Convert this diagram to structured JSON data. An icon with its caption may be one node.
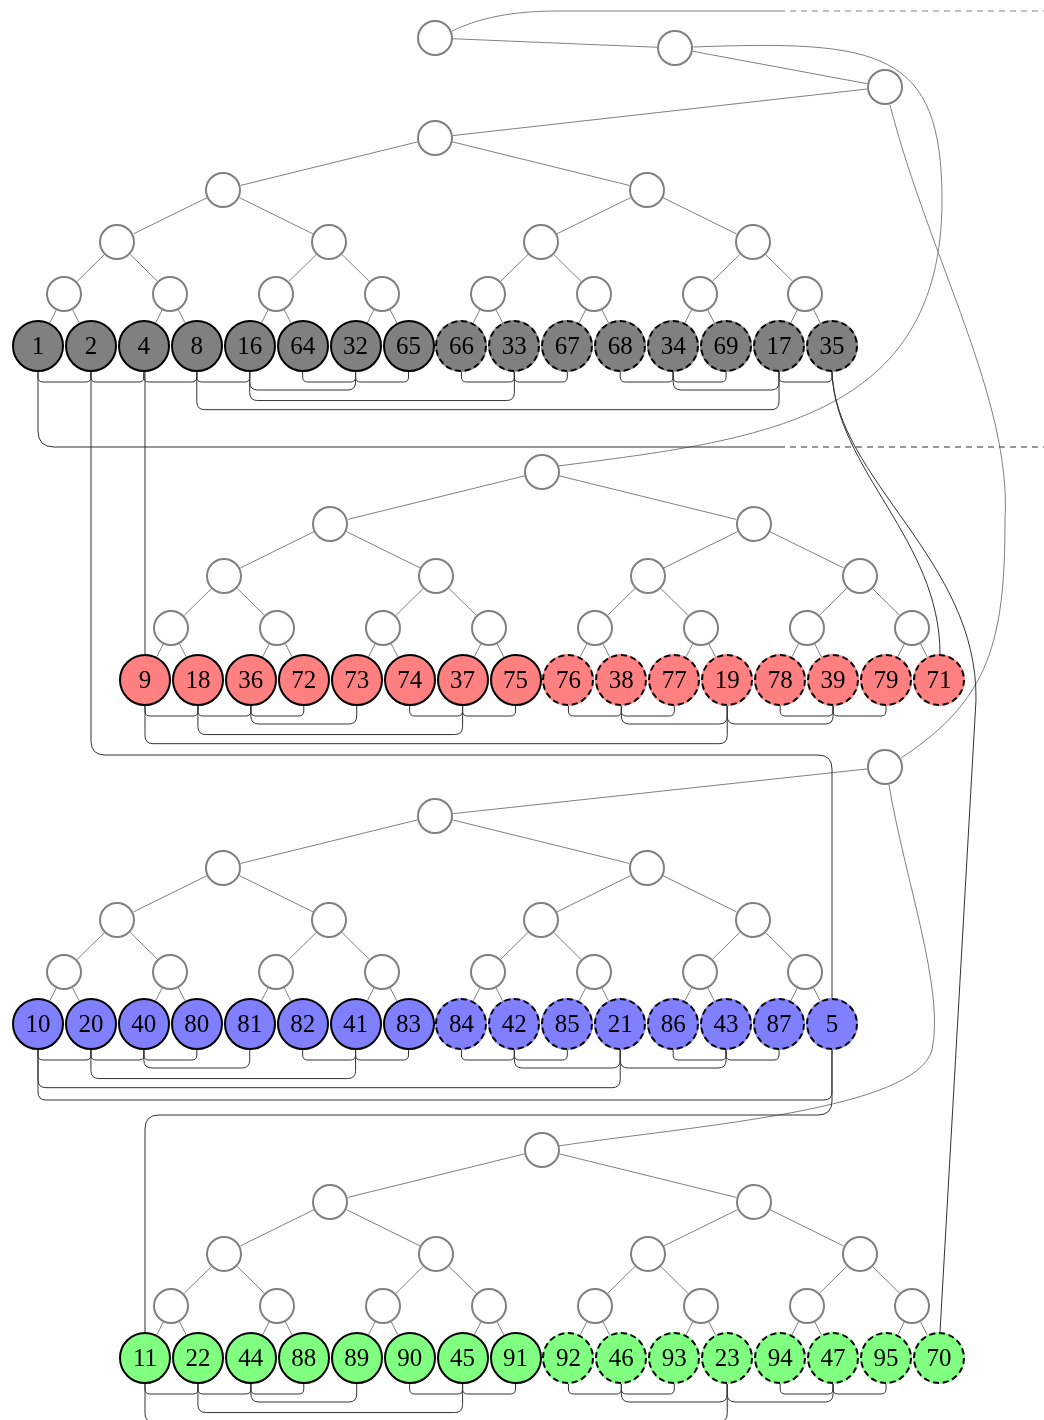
{
  "diagram": {
    "nodes": [
      {
        "text": [],
        "shape": "circle"
      },
      {
        "text": [],
        "shape": "circle"
      },
      {
        "text": [],
        "shape": "circle"
      },
      {
        "text": [],
        "shape": "circle"
      },
      {
        "text": [],
        "shape": "circle"
      },
      {
        "text": [],
        "shape": "circle"
      },
      {
        "text": [],
        "shape": "circle"
      },
      {
        "text": [],
        "shape": "circle"
      },
      {
        "text": [],
        "shape": "circle"
      },
      {
        "text": [],
        "shape": "circle"
      },
      {
        "text": [],
        "shape": "circle"
      },
      {
        "text": [],
        "shape": "circle"
      },
      {
        "text": [],
        "shape": "circle"
      },
      {
        "text": [],
        "shape": "circle"
      },
      {
        "text": [],
        "shape": "circle"
      },
      {
        "text": [],
        "shape": "circle"
      },
      {
        "text": [],
        "shape": "circle"
      },
      {
        "text": [],
        "shape": "circle"
      },
      {
        "text": [
          "1"
        ]
      },
      {
        "text": [
          "2"
        ]
      },
      {
        "text": [
          "4"
        ]
      },
      {
        "text": [
          "8"
        ]
      },
      {
        "text": [
          "16"
        ]
      },
      {
        "text": [
          "64"
        ]
      },
      {
        "text": [
          "32"
        ]
      },
      {
        "text": [
          "65"
        ]
      },
      {
        "text": [
          "66"
        ]
      },
      {
        "text": [
          "33"
        ]
      },
      {
        "text": [
          "67"
        ]
      },
      {
        "text": [
          "68"
        ]
      },
      {
        "text": [
          "34"
        ]
      },
      {
        "text": [
          "69"
        ]
      },
      {
        "text": [
          "17"
        ]
      },
      {
        "text": [
          "35"
        ]
      },
      {
        "text": [],
        "shape": "circle"
      },
      {
        "text": [],
        "shape": "circle"
      },
      {
        "text": [],
        "shape": "circle"
      },
      {
        "text": [],
        "shape": "circle"
      },
      {
        "text": [],
        "shape": "circle"
      },
      {
        "text": [],
        "shape": "circle"
      },
      {
        "text": [],
        "shape": "circle"
      },
      {
        "text": [],
        "shape": "circle"
      },
      {
        "text": [],
        "shape": "circle"
      },
      {
        "text": [],
        "shape": "circle"
      },
      {
        "text": [],
        "shape": "circle"
      },
      {
        "text": [],
        "shape": "circle"
      },
      {
        "text": [],
        "shape": "circle"
      },
      {
        "text": [],
        "shape": "circle"
      },
      {
        "text": [],
        "shape": "circle"
      },
      {
        "text": [
          "9"
        ]
      },
      {
        "text": [
          "18"
        ]
      },
      {
        "text": [
          "36"
        ]
      },
      {
        "text": [
          "72"
        ]
      },
      {
        "text": [
          "73"
        ]
      },
      {
        "text": [
          "74"
        ]
      },
      {
        "text": [
          "37"
        ]
      },
      {
        "text": [
          "75"
        ]
      },
      {
        "text": [
          "76"
        ]
      },
      {
        "text": [
          "38"
        ]
      },
      {
        "text": [
          "77"
        ]
      },
      {
        "text": [
          "19"
        ]
      },
      {
        "text": [
          "78"
        ]
      },
      {
        "text": [
          "39"
        ]
      },
      {
        "text": [
          "79"
        ]
      },
      {
        "text": [
          "71"
        ]
      },
      {
        "text": [],
        "shape": "circle"
      },
      {
        "text": [],
        "shape": "circle"
      },
      {
        "text": [],
        "shape": "circle"
      },
      {
        "text": [],
        "shape": "circle"
      },
      {
        "text": [],
        "shape": "circle"
      },
      {
        "text": [],
        "shape": "circle"
      },
      {
        "text": [],
        "shape": "circle"
      },
      {
        "text": [],
        "shape": "circle"
      },
      {
        "text": [],
        "shape": "circle"
      },
      {
        "text": [],
        "shape": "circle"
      },
      {
        "text": [],
        "shape": "circle"
      },
      {
        "text": [],
        "shape": "circle"
      },
      {
        "text": [],
        "shape": "circle"
      },
      {
        "text": [],
        "shape": "circle"
      },
      {
        "text": [],
        "shape": "circle"
      },
      {
        "text": [],
        "shape": "circle"
      },
      {
        "text": [
          "10"
        ]
      },
      {
        "text": [
          "20"
        ]
      },
      {
        "text": [
          "40"
        ]
      },
      {
        "text": [
          "80"
        ]
      },
      {
        "text": [
          "81"
        ]
      },
      {
        "text": [
          "82"
        ]
      },
      {
        "text": [
          "41"
        ]
      },
      {
        "text": [
          "83"
        ]
      },
      {
        "text": [
          "84"
        ]
      },
      {
        "text": [
          "42"
        ]
      },
      {
        "text": [
          "85"
        ]
      },
      {
        "text": [
          "21"
        ]
      },
      {
        "text": [
          "86"
        ]
      },
      {
        "text": [
          "43"
        ]
      },
      {
        "text": [
          "87"
        ]
      },
      {
        "text": [
          "5"
        ]
      },
      {
        "text": [],
        "shape": "circle"
      },
      {
        "text": [],
        "shape": "circle"
      },
      {
        "text": [],
        "shape": "circle"
      },
      {
        "text": [],
        "shape": "circle"
      },
      {
        "text": [],
        "shape": "circle"
      },
      {
        "text": [],
        "shape": "circle"
      },
      {
        "text": [],
        "shape": "circle"
      },
      {
        "text": [],
        "shape": "circle"
      },
      {
        "text": [],
        "shape": "circle"
      },
      {
        "text": [],
        "shape": "circle"
      },
      {
        "text": [],
        "shape": "circle"
      },
      {
        "text": [],
        "shape": "circle"
      },
      {
        "text": [],
        "shape": "circle"
      },
      {
        "text": [],
        "shape": "circle"
      },
      {
        "text": [],
        "shape": "circle"
      },
      {
        "text": [
          "11"
        ]
      },
      {
        "text": [
          "22"
        ]
      },
      {
        "text": [
          "44"
        ]
      },
      {
        "text": [
          "88"
        ]
      },
      {
        "text": [
          "89"
        ]
      },
      {
        "text": [
          "90"
        ]
      },
      {
        "text": [
          "45"
        ]
      },
      {
        "text": [
          "91"
        ]
      },
      {
        "text": [
          "92"
        ]
      },
      {
        "text": [
          "46"
        ]
      },
      {
        "text": [
          "93"
        ]
      },
      {
        "text": [
          "23"
        ]
      },
      {
        "text": [
          "94"
        ]
      },
      {
        "text": [
          "47"
        ]
      },
      {
        "text": [
          "95"
        ]
      },
      {
        "text": [
          "70"
        ]
      }
    ],
    "edges": [
      {
        "from": 0,
        "to": null,
        "arrow": "none"
      },
      {
        "from": 0,
        "to": 1,
        "arrow": "none"
      },
      {
        "from": 1,
        "to": 2,
        "arrow": "none"
      },
      {
        "from": 2,
        "to": 3,
        "arrow": "none"
      },
      {
        "from": 1,
        "to": 34,
        "arrow": "none"
      },
      {
        "from": 2,
        "to": 65,
        "arrow": "none"
      },
      {
        "from": 65,
        "to": 66,
        "arrow": "none"
      },
      {
        "from": 65,
        "to": 97,
        "arrow": "none"
      },
      {
        "from": 3,
        "to": 4,
        "arrow": "none"
      },
      {
        "from": 3,
        "to": 5,
        "arrow": "none"
      },
      {
        "from": 4,
        "to": 6,
        "arrow": "none"
      },
      {
        "from": 4,
        "to": 7,
        "arrow": "none"
      },
      {
        "from": 5,
        "to": 8,
        "arrow": "none"
      },
      {
        "from": 5,
        "to": 9,
        "arrow": "none"
      },
      {
        "from": 6,
        "to": 10,
        "arrow": "none"
      },
      {
        "from": 6,
        "to": 11,
        "arrow": "none"
      },
      {
        "from": 7,
        "to": 12,
        "arrow": "none"
      },
      {
        "from": 7,
        "to": 13,
        "arrow": "none"
      },
      {
        "from": 8,
        "to": 14,
        "arrow": "none"
      },
      {
        "from": 8,
        "to": 15,
        "arrow": "none"
      },
      {
        "from": 9,
        "to": 16,
        "arrow": "none"
      },
      {
        "from": 9,
        "to": 17,
        "arrow": "none"
      },
      {
        "from": 10,
        "to": 18,
        "arrow": "none"
      },
      {
        "from": 10,
        "to": 19,
        "arrow": "none"
      },
      {
        "from": 11,
        "to": 20,
        "arrow": "none"
      },
      {
        "from": 11,
        "to": 21,
        "arrow": "none"
      },
      {
        "from": 12,
        "to": 22,
        "arrow": "none"
      },
      {
        "from": 12,
        "to": 23,
        "arrow": "none"
      },
      {
        "from": 13,
        "to": 24,
        "arrow": "none"
      },
      {
        "from": 13,
        "to": 25,
        "arrow": "none"
      },
      {
        "from": 14,
        "to": 26,
        "arrow": "none"
      },
      {
        "from": 14,
        "to": 27,
        "arrow": "none"
      },
      {
        "from": 15,
        "to": 28,
        "arrow": "none"
      },
      {
        "from": 15,
        "to": 29,
        "arrow": "none"
      },
      {
        "from": 16,
        "to": 30,
        "arrow": "none"
      },
      {
        "from": 16,
        "to": 31,
        "arrow": "none"
      },
      {
        "from": 17,
        "to": 32,
        "arrow": "none"
      },
      {
        "from": 17,
        "to": 33,
        "arrow": "none"
      },
      {
        "from": 34,
        "to": 35,
        "arrow": "none"
      },
      {
        "from": 34,
        "to": 36,
        "arrow": "none"
      },
      {
        "from": 35,
        "to": 37,
        "arrow": "none"
      },
      {
        "from": 35,
        "to": 38,
        "arrow": "none"
      },
      {
        "from": 36,
        "to": 39,
        "arrow": "none"
      },
      {
        "from": 36,
        "to": 40,
        "arrow": "none"
      },
      {
        "from": 37,
        "to": 41,
        "arrow": "none"
      },
      {
        "from": 37,
        "to": 42,
        "arrow": "none"
      },
      {
        "from": 38,
        "to": 43,
        "arrow": "none"
      },
      {
        "from": 38,
        "to": 44,
        "arrow": "none"
      },
      {
        "from": 39,
        "to": 45,
        "arrow": "none"
      },
      {
        "from": 39,
        "to": 46,
        "arrow": "none"
      },
      {
        "from": 40,
        "to": 47,
        "arrow": "none"
      },
      {
        "from": 40,
        "to": 48,
        "arrow": "none"
      },
      {
        "from": 41,
        "to": 49,
        "arrow": "none"
      },
      {
        "from": 41,
        "to": 50,
        "arrow": "none"
      },
      {
        "from": 42,
        "to": 51,
        "arrow": "none"
      },
      {
        "from": 42,
        "to": 52,
        "arrow": "none"
      },
      {
        "from": 43,
        "to": 53,
        "arrow": "none"
      },
      {
        "from": 43,
        "to": 54,
        "arrow": "none"
      },
      {
        "from": 44,
        "to": 55,
        "arrow": "none"
      },
      {
        "from": 44,
        "to": 56,
        "arrow": "none"
      },
      {
        "from": 45,
        "to": 57,
        "arrow": "none"
      },
      {
        "from": 45,
        "to": 58,
        "arrow": "none"
      },
      {
        "from": 46,
        "to": 59,
        "arrow": "none"
      },
      {
        "from": 46,
        "to": 60,
        "arrow": "none"
      },
      {
        "from": 47,
        "to": 61,
        "arrow": "none"
      },
      {
        "from": 47,
        "to": 62,
        "arrow": "none"
      },
      {
        "from": 48,
        "to": 63,
        "arrow": "none"
      },
      {
        "from": 48,
        "to": 64,
        "arrow": "none"
      },
      {
        "from": 66,
        "to": 67,
        "arrow": "none"
      },
      {
        "from": 66,
        "to": 68,
        "arrow": "none"
      },
      {
        "from": 67,
        "to": 69,
        "arrow": "none"
      },
      {
        "from": 67,
        "to": 70,
        "arrow": "none"
      },
      {
        "from": 68,
        "to": 71,
        "arrow": "none"
      },
      {
        "from": 68,
        "to": 72,
        "arrow": "none"
      },
      {
        "from": 69,
        "to": 73,
        "arrow": "none"
      },
      {
        "from": 69,
        "to": 74,
        "arrow": "none"
      },
      {
        "from": 70,
        "to": 75,
        "arrow": "none"
      },
      {
        "from": 70,
        "to": 76,
        "arrow": "none"
      },
      {
        "from": 71,
        "to": 77,
        "arrow": "none"
      },
      {
        "from": 71,
        "to": 78,
        "arrow": "none"
      },
      {
        "from": 72,
        "to": 79,
        "arrow": "none"
      },
      {
        "from": 72,
        "to": 80,
        "arrow": "none"
      },
      {
        "from": 73,
        "to": 81,
        "arrow": "none"
      },
      {
        "from": 73,
        "to": 82,
        "arrow": "none"
      },
      {
        "from": 74,
        "to": 83,
        "arrow": "none"
      },
      {
        "from": 74,
        "to": 84,
        "arrow": "none"
      },
      {
        "from": 75,
        "to": 85,
        "arrow": "none"
      },
      {
        "from": 75,
        "to": 86,
        "arrow": "none"
      },
      {
        "from": 76,
        "to": 87,
        "arrow": "none"
      },
      {
        "from": 76,
        "to": 88,
        "arrow": "none"
      },
      {
        "from": 77,
        "to": 89,
        "arrow": "none"
      },
      {
        "from": 77,
        "to": 90,
        "arrow": "none"
      },
      {
        "from": 78,
        "to": 91,
        "arrow": "none"
      },
      {
        "from": 78,
        "to": 92,
        "arrow": "none"
      },
      {
        "from": 79,
        "to": 93,
        "arrow": "none"
      },
      {
        "from": 79,
        "to": 94,
        "arrow": "none"
      },
      {
        "from": 80,
        "to": 95,
        "arrow": "none"
      },
      {
        "from": 80,
        "to": 96,
        "arrow": "none"
      },
      {
        "from": 97,
        "to": 98,
        "arrow": "none"
      },
      {
        "from": 97,
        "to": 99,
        "arrow": "none"
      },
      {
        "from": 98,
        "to": 100,
        "arrow": "none"
      },
      {
        "from": 98,
        "to": 101,
        "arrow": "none"
      },
      {
        "from": 99,
        "to": 102,
        "arrow": "none"
      },
      {
        "from": 99,
        "to": 103,
        "arrow": "none"
      },
      {
        "from": 100,
        "to": 104,
        "arrow": "none"
      },
      {
        "from": 100,
        "to": 105,
        "arrow": "none"
      },
      {
        "from": 101,
        "to": 106,
        "arrow": "none"
      },
      {
        "from": 101,
        "to": 107,
        "arrow": "none"
      },
      {
        "from": 102,
        "to": 108,
        "arrow": "none"
      },
      {
        "from": 102,
        "to": 109,
        "arrow": "none"
      },
      {
        "from": 103,
        "to": 110,
        "arrow": "none"
      },
      {
        "from": 103,
        "to": 111,
        "arrow": "none"
      },
      {
        "from": 104,
        "to": 112,
        "arrow": "none"
      },
      {
        "from": 104,
        "to": 113,
        "arrow": "none"
      },
      {
        "from": 105,
        "to": 114,
        "arrow": "none"
      },
      {
        "from": 105,
        "to": 115,
        "arrow": "none"
      },
      {
        "from": 106,
        "to": 116,
        "arrow": "none"
      },
      {
        "from": 106,
        "to": 117,
        "arrow": "none"
      },
      {
        "from": 107,
        "to": 118,
        "arrow": "none"
      },
      {
        "from": 107,
        "to": 119,
        "arrow": "none"
      },
      {
        "from": 108,
        "to": 120,
        "arrow": "none"
      },
      {
        "from": 108,
        "to": 121,
        "arrow": "none"
      },
      {
        "from": 109,
        "to": 122,
        "arrow": "none"
      },
      {
        "from": 109,
        "to": 123,
        "arrow": "none"
      },
      {
        "from": 110,
        "to": 124,
        "arrow": "none"
      },
      {
        "from": 110,
        "to": 125,
        "arrow": "none"
      },
      {
        "from": 111,
        "to": 126,
        "arrow": "none"
      },
      {
        "from": 111,
        "to": 127,
        "arrow": "none"
      },
      {
        "from": 18,
        "to": null,
        "arrow": "none",
        "color": "#333333"
      },
      {
        "from": 18,
        "to": 19,
        "arrow": "none",
        "color": "#333333"
      },
      {
        "from": 19,
        "to": 20,
        "arrow": "none",
        "color": "#333333"
      },
      {
        "from": 19,
        "to": 96,
        "arrow": "none",
        "color": "#333333"
      },
      {
        "from": 20,
        "to": 21,
        "arrow": "none",
        "color": "#333333"
      },
      {
        "from": 20,
        "to": 49,
        "arrow": "none",
        "color": "#333333"
      },
      {
        "from": 96,
        "to": 81,
        "arrow": "none",
        "color": "#333333"
      },
      {
        "from": 96,
        "to": 112,
        "arrow": "none",
        "color": "#333333"
      },
      {
        "from": 21,
        "to": 22,
        "arrow": "none",
        "color": "#333333"
      },
      {
        "from": 21,
        "to": 32,
        "arrow": "none",
        "color": "#333333"
      },
      {
        "from": 49,
        "to": 50,
        "arrow": "none",
        "color": "#333333"
      },
      {
        "from": 49,
        "to": 60,
        "arrow": "none",
        "color": "#333333"
      },
      {
        "from": 81,
        "to": 82,
        "arrow": "none",
        "color": "#333333"
      },
      {
        "from": 81,
        "to": 92,
        "arrow": "none",
        "color": "#333333"
      },
      {
        "from": 112,
        "to": 113,
        "arrow": "none",
        "color": "#333333"
      },
      {
        "from": 112,
        "to": 123,
        "arrow": "none",
        "color": "#333333"
      },
      {
        "from": 22,
        "to": 24,
        "arrow": "none",
        "color": "#333333"
      },
      {
        "from": 22,
        "to": 27,
        "arrow": "none",
        "color": "#333333"
      },
      {
        "from": 32,
        "to": 30,
        "arrow": "none",
        "color": "#333333"
      },
      {
        "from": 32,
        "to": 33,
        "arrow": "none",
        "color": "#333333"
      },
      {
        "from": 50,
        "to": 51,
        "arrow": "none",
        "color": "#333333"
      },
      {
        "from": 50,
        "to": 55,
        "arrow": "none",
        "color": "#333333"
      },
      {
        "from": 60,
        "to": 58,
        "arrow": "none",
        "color": "#333333"
      },
      {
        "from": 60,
        "to": 62,
        "arrow": "none",
        "color": "#333333"
      },
      {
        "from": 82,
        "to": 83,
        "arrow": "none",
        "color": "#333333"
      },
      {
        "from": 82,
        "to": 87,
        "arrow": "none",
        "color": "#333333"
      },
      {
        "from": 92,
        "to": 90,
        "arrow": "none",
        "color": "#333333"
      },
      {
        "from": 92,
        "to": 94,
        "arrow": "none",
        "color": "#333333"
      },
      {
        "from": 113,
        "to": 114,
        "arrow": "none",
        "color": "#333333"
      },
      {
        "from": 113,
        "to": 118,
        "arrow": "none",
        "color": "#333333"
      },
      {
        "from": 123,
        "to": 121,
        "arrow": "none",
        "color": "#333333"
      },
      {
        "from": 123,
        "to": 125,
        "arrow": "none",
        "color": "#333333"
      },
      {
        "from": 24,
        "to": 23,
        "arrow": "none",
        "color": "#333333"
      },
      {
        "from": 24,
        "to": 25,
        "arrow": "none",
        "color": "#333333"
      },
      {
        "from": 27,
        "to": 26,
        "arrow": "none",
        "color": "#333333"
      },
      {
        "from": 27,
        "to": 28,
        "arrow": "none",
        "color": "#333333"
      },
      {
        "from": 30,
        "to": 29,
        "arrow": "none",
        "color": "#333333"
      },
      {
        "from": 30,
        "to": 31,
        "arrow": "none",
        "color": "#333333"
      },
      {
        "from": 33,
        "to": 127,
        "arrow": "none",
        "color": "#333333"
      },
      {
        "from": 33,
        "to": 64,
        "arrow": "none",
        "color": "#333333"
      },
      {
        "from": 51,
        "to": 52,
        "arrow": "none",
        "color": "#333333"
      },
      {
        "from": 51,
        "to": 53,
        "arrow": "none",
        "color": "#333333"
      },
      {
        "from": 55,
        "to": 54,
        "arrow": "none",
        "color": "#333333"
      },
      {
        "from": 55,
        "to": 56,
        "arrow": "none",
        "color": "#333333"
      },
      {
        "from": 58,
        "to": 57,
        "arrow": "none",
        "color": "#333333"
      },
      {
        "from": 58,
        "to": 59,
        "arrow": "none",
        "color": "#333333"
      },
      {
        "from": 62,
        "to": 61,
        "arrow": "none",
        "color": "#333333"
      },
      {
        "from": 62,
        "to": 63,
        "arrow": "none",
        "color": "#333333"
      },
      {
        "from": 83,
        "to": 84,
        "arrow": "none",
        "color": "#333333"
      },
      {
        "from": 83,
        "to": 85,
        "arrow": "none",
        "color": "#333333"
      },
      {
        "from": 87,
        "to": 86,
        "arrow": "none",
        "color": "#333333"
      },
      {
        "from": 87,
        "to": 88,
        "arrow": "none",
        "color": "#333333"
      },
      {
        "from": 90,
        "to": 89,
        "arrow": "none",
        "color": "#333333"
      },
      {
        "from": 90,
        "to": 91,
        "arrow": "none",
        "color": "#333333"
      },
      {
        "from": 94,
        "to": 93,
        "arrow": "none",
        "color": "#333333"
      },
      {
        "from": 94,
        "to": 95,
        "arrow": "none",
        "color": "#333333"
      },
      {
        "from": 114,
        "to": 115,
        "arrow": "none",
        "color": "#333333"
      },
      {
        "from": 114,
        "to": 116,
        "arrow": "none",
        "color": "#333333"
      },
      {
        "from": 118,
        "to": 117,
        "arrow": "none",
        "color": "#333333"
      },
      {
        "from": 118,
        "to": 119,
        "arrow": "none",
        "color": "#333333"
      },
      {
        "from": 121,
        "to": 120,
        "arrow": "none",
        "color": "#333333"
      },
      {
        "from": 121,
        "to": 122,
        "arrow": "none",
        "color": "#333333"
      },
      {
        "from": 125,
        "to": 124,
        "arrow": "none",
        "color": "#333333"
      },
      {
        "from": 125,
        "to": 126,
        "arrow": "none",
        "color": "#333333"
      }
    ]
  }
}
